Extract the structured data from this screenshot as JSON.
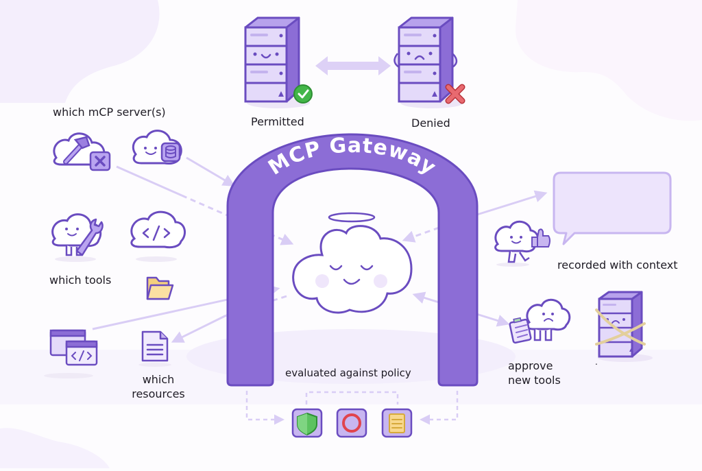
{
  "title": "MCP Gateway",
  "colors": {
    "arch": "#8c6dd6",
    "arch_stroke": "#6a4cc0",
    "line": "#6a4cc0",
    "light": "#ede6fb",
    "arrow": "#d9cdf5",
    "check": "#43b649",
    "cross": "#e05a62",
    "folder": "#f8d88d",
    "rope": "#e3cf9c"
  },
  "top": {
    "permitted_label": "Permitted",
    "denied_label": "Denied",
    "permitted_status_icon": "check-circle-icon",
    "denied_status_icon": "x-mark-icon"
  },
  "left": {
    "servers_label": "which mCP server(s)",
    "tools_label": "which tools",
    "resources_label": "which resources",
    "resources_label_lines": [
      "which",
      "resources"
    ]
  },
  "center": {
    "mascot": "angel-cloud-mascot",
    "policy_label": "evaluated against policy",
    "policy_icons": [
      "shield-icon",
      "ring-icon",
      "notepad-icon"
    ]
  },
  "right": {
    "recorded_label": "recorded with context",
    "approve_label_lines": [
      "approve",
      "new tools"
    ],
    "tied_server_caption": "."
  }
}
